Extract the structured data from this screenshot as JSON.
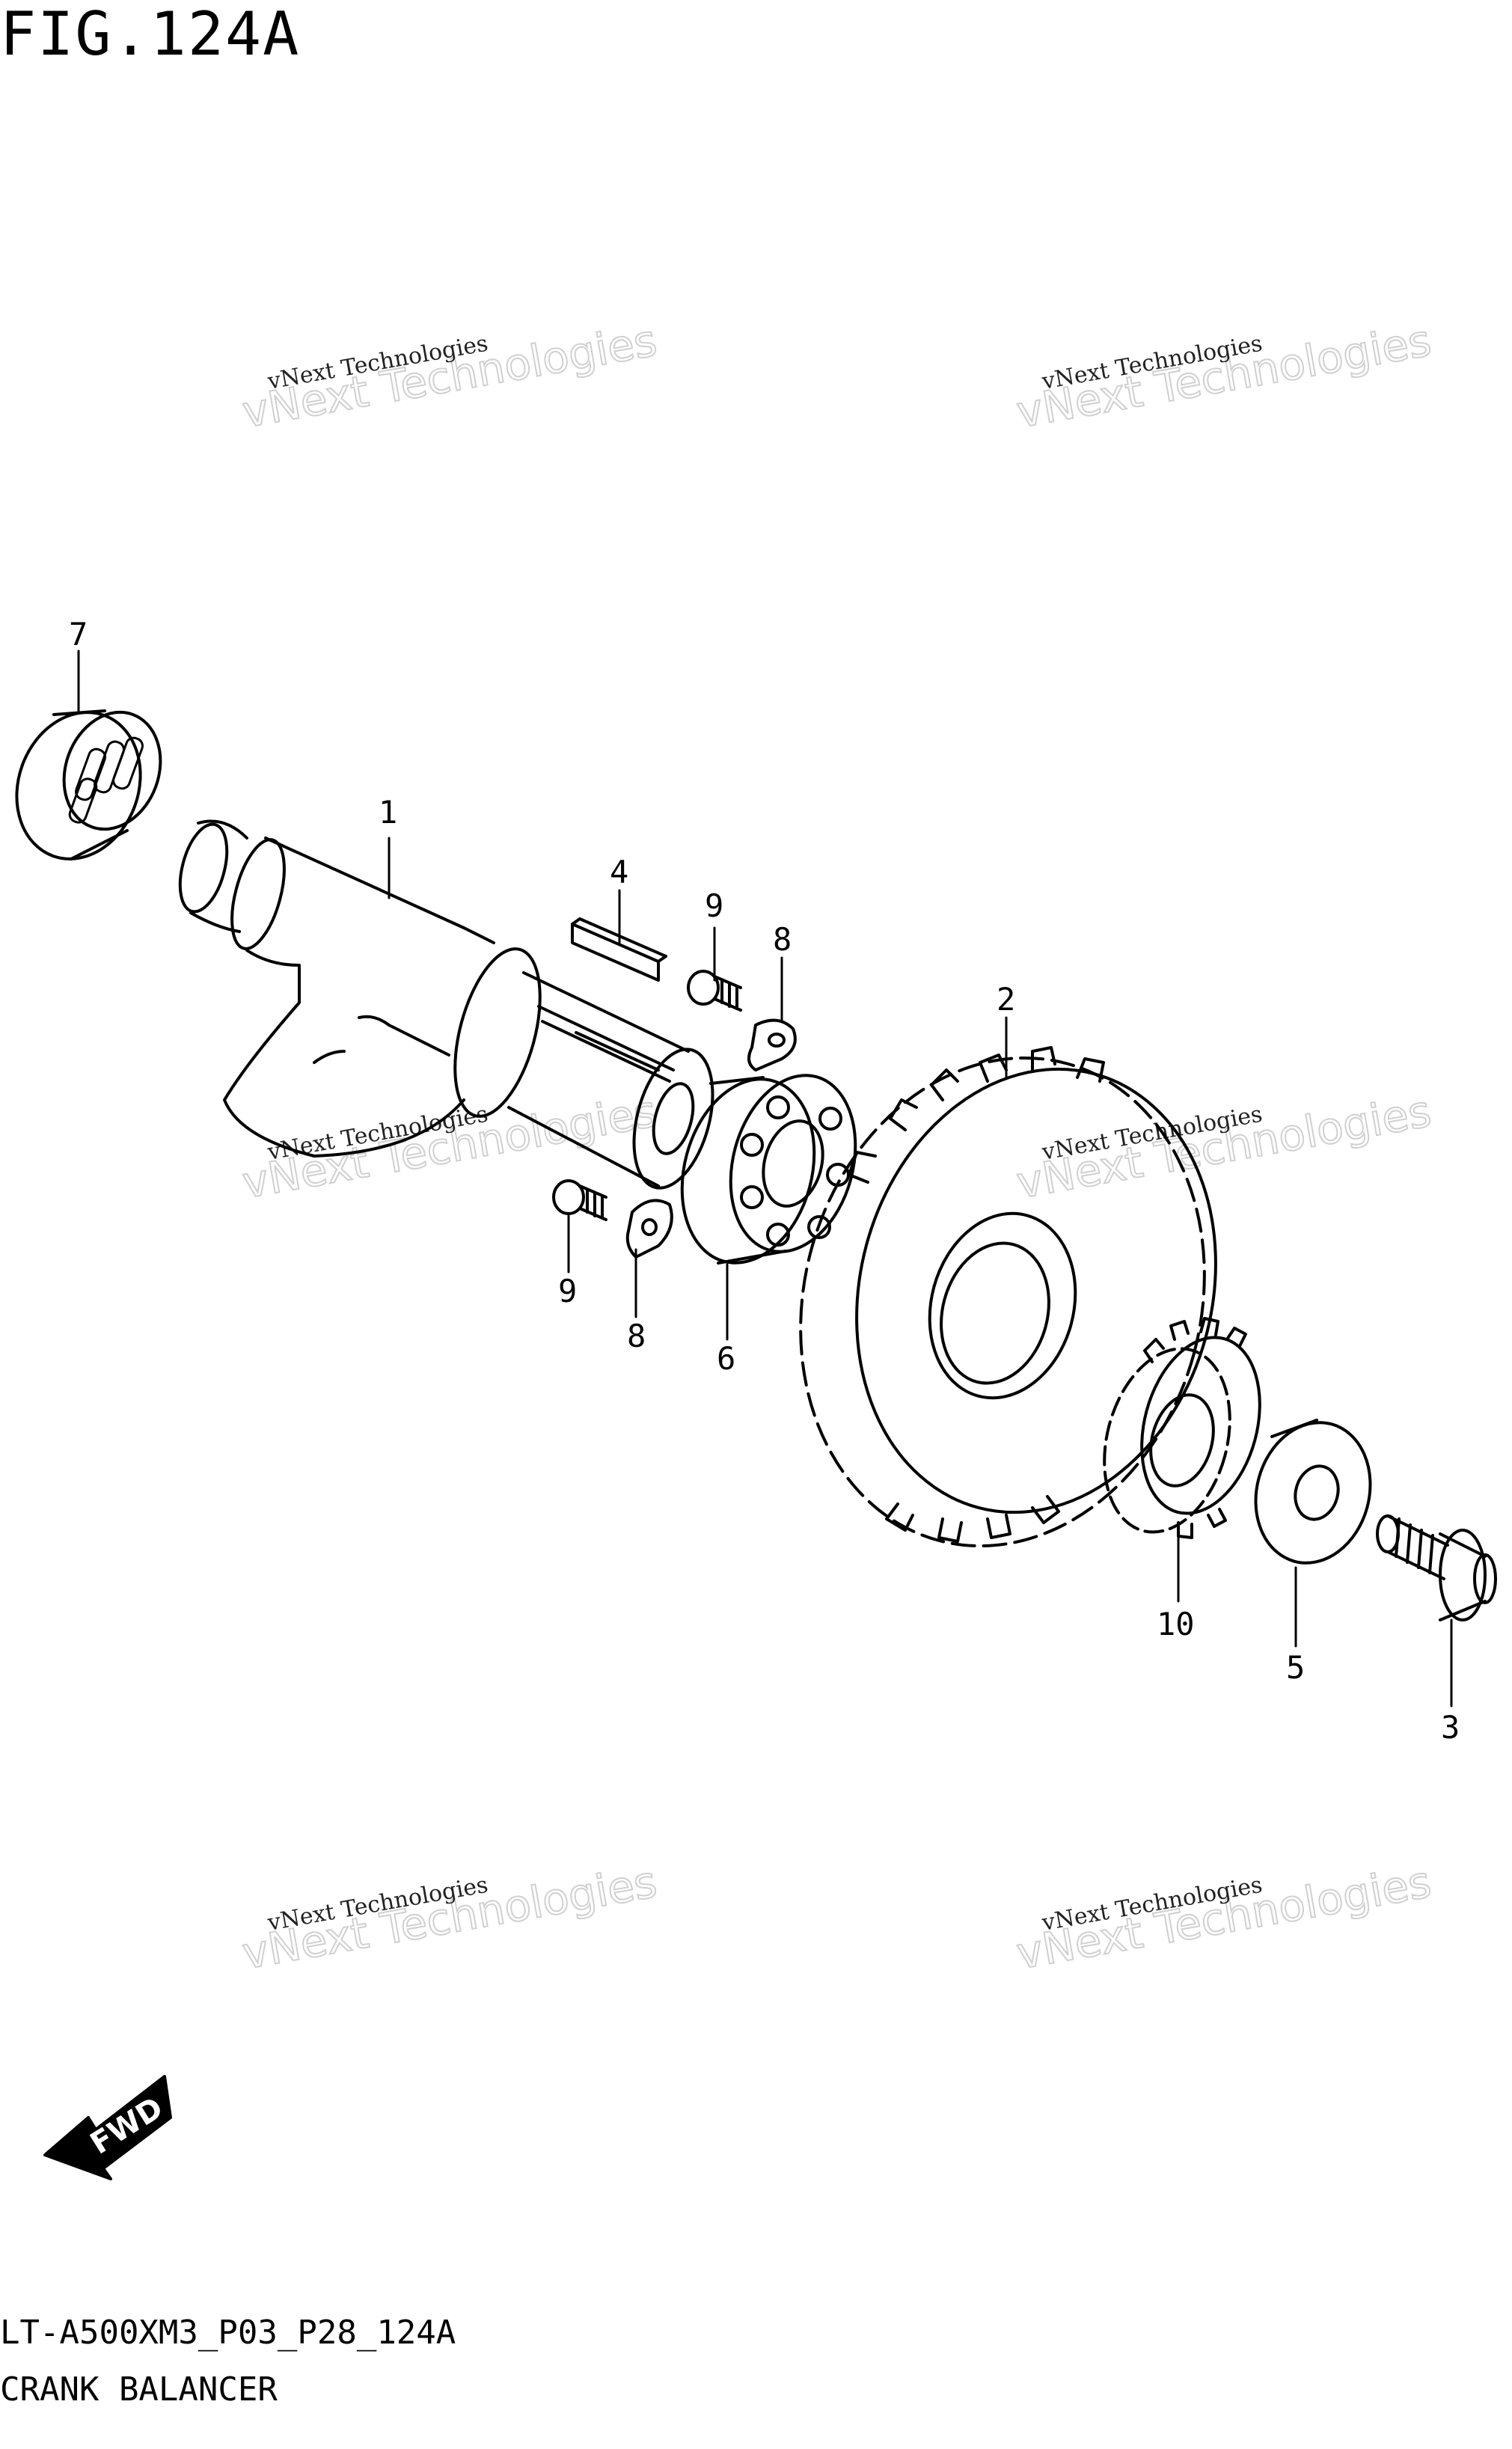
{
  "figure": {
    "title": "FIG.124A",
    "model_code": "LT-A500XM3_P03_P28_124A",
    "section_name": "CRANK BALANCER"
  },
  "callouts": [
    "7",
    "1",
    "4",
    "9",
    "8",
    "2",
    "9",
    "8",
    "6",
    "10",
    "5",
    "3"
  ],
  "watermarks": [
    {
      "line1": "vNext Technologies",
      "line2": "vNext Technologies"
    },
    {
      "line1": "vNext Technologies",
      "line2": "vNext Technologies"
    },
    {
      "line1": "vNext Technologies",
      "line2": "vNext Technologies"
    },
    {
      "line1": "vNext Technologies",
      "line2": "vNext Technologies"
    },
    {
      "line1": "vNext Technologies",
      "line2": "vNext Technologies"
    },
    {
      "line1": "vNext Technologies",
      "line2": "vNext Technologies"
    }
  ],
  "fwd_label": "FWD",
  "colors": {
    "line": "#000000",
    "background": "#ffffff",
    "watermark": "#d0d0d0"
  }
}
